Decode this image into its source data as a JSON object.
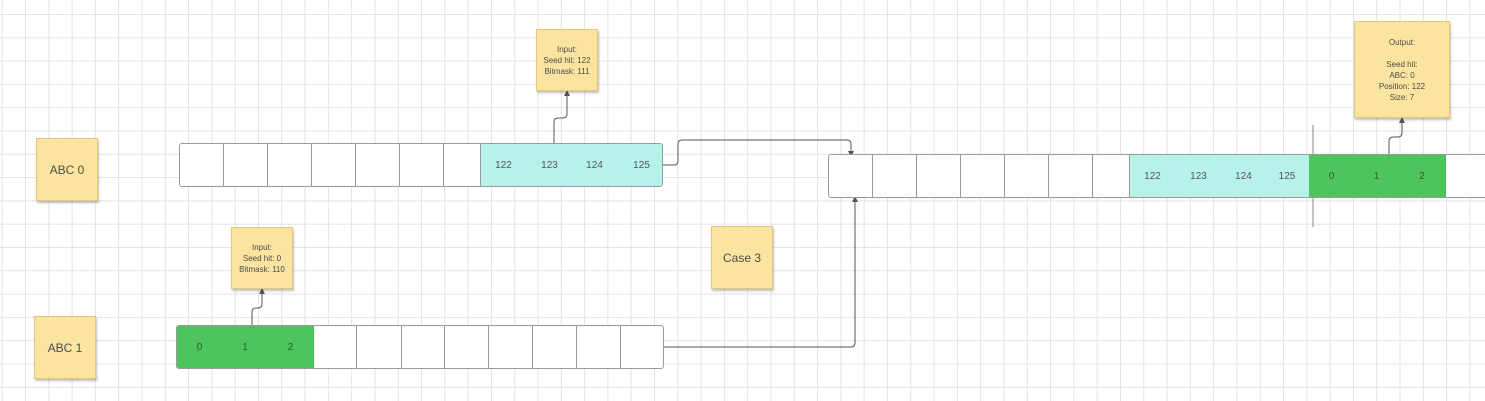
{
  "labels": {
    "abc0": "ABC 0",
    "abc1": "ABC 1",
    "case": "Case 3"
  },
  "notes": {
    "input_top": [
      "Input:",
      "Seed hit: 122",
      "Bitmask: 111"
    ],
    "input_bottom": [
      "Input:",
      "Seed hit: 0",
      "Bitmask: 110"
    ],
    "output": [
      "Output:",
      "",
      "Seed hit:",
      "ABC: 0",
      "Position: 122",
      "Size: 7"
    ]
  },
  "sequences": {
    "seq_abc0": [
      "",
      "",
      "",
      "",
      "",
      "",
      "",
      "122",
      "123",
      "124",
      "125"
    ],
    "seq_abc1": [
      "0",
      "1",
      "2",
      "",
      "",
      "",
      "",
      "",
      "",
      "",
      ""
    ],
    "seq_result": [
      "",
      "",
      "",
      "",
      "",
      "",
      "",
      "122",
      "123",
      "124",
      "125",
      "0",
      "1",
      "2",
      ""
    ]
  },
  "colors": {
    "note_fill": "#fbe4a0",
    "teal_highlight": "#b6f1ea",
    "green_highlight": "#4ec45c",
    "cell_border": "#9a9a9a",
    "grid": "#e3e3e3"
  }
}
